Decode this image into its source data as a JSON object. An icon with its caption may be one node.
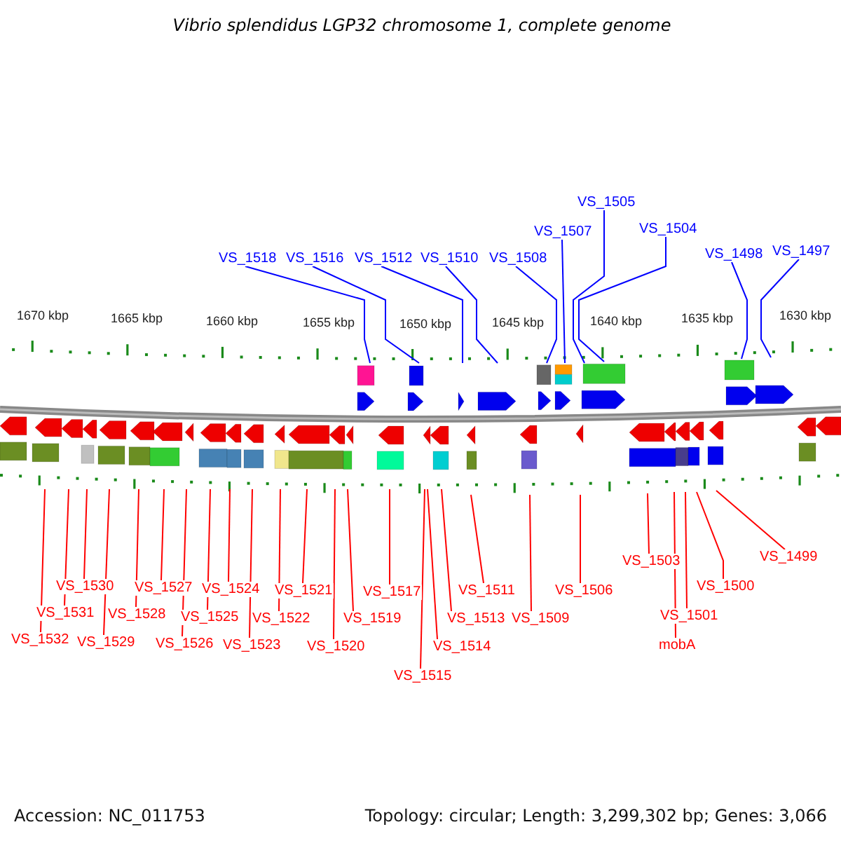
{
  "diagram": {
    "title": "Vibrio splendidus LGP32 chromosome 1, complete genome",
    "nodes": [
      {
        "text": [
          "VS_1518"
        ]
      },
      {
        "text": [
          "VS_1516"
        ]
      },
      {
        "text": [
          "VS_1512"
        ]
      },
      {
        "text": [
          "VS_1510"
        ]
      },
      {
        "text": [
          "VS_1508"
        ]
      },
      {
        "text": [
          "VS_1507"
        ]
      },
      {
        "text": [
          "VS_1505"
        ]
      },
      {
        "text": [
          "VS_1504"
        ]
      },
      {
        "text": [
          "VS_1498"
        ]
      },
      {
        "text": [
          "VS_1497"
        ]
      },
      {
        "text": [
          "VS_1532"
        ]
      },
      {
        "text": [
          "VS_1531"
        ]
      },
      {
        "text": [
          "VS_1530"
        ]
      },
      {
        "text": [
          "VS_1529"
        ]
      },
      {
        "text": [
          "VS_1528"
        ]
      },
      {
        "text": [
          "VS_1527"
        ]
      },
      {
        "text": [
          "VS_1526"
        ]
      },
      {
        "text": [
          "VS_1525"
        ]
      },
      {
        "text": [
          "VS_1524"
        ]
      },
      {
        "text": [
          "VS_1523"
        ]
      },
      {
        "text": [
          "VS_1522"
        ]
      },
      {
        "text": [
          "VS_1521"
        ]
      },
      {
        "text": [
          "VS_1520"
        ]
      },
      {
        "text": [
          "VS_1519"
        ]
      },
      {
        "text": [
          "VS_1517"
        ]
      },
      {
        "text": [
          "VS_1515"
        ]
      },
      {
        "text": [
          "VS_1514"
        ]
      },
      {
        "text": [
          "VS_1513"
        ]
      },
      {
        "text": [
          "VS_1511"
        ]
      },
      {
        "text": [
          "VS_1509"
        ]
      },
      {
        "text": [
          "VS_1506"
        ]
      },
      {
        "text": [
          "VS_1503"
        ]
      },
      {
        "text": [
          "mobA"
        ]
      },
      {
        "text": [
          "VS_1501"
        ]
      },
      {
        "text": [
          "VS_1500"
        ]
      },
      {
        "text": [
          "VS_1499"
        ]
      }
    ],
    "edges": [
      {
        "from": 0,
        "to": null,
        "arrow": "none",
        "color": "#0000ff"
      },
      {
        "from": 1,
        "to": null,
        "arrow": "none",
        "color": "#0000ff"
      },
      {
        "from": 2,
        "to": null,
        "arrow": "none",
        "color": "#0000ff"
      },
      {
        "from": 3,
        "to": null,
        "arrow": "none",
        "color": "#0000ff"
      },
      {
        "from": 4,
        "to": null,
        "arrow": "none",
        "color": "#0000ff"
      },
      {
        "from": 5,
        "to": null,
        "arrow": "none",
        "color": "#0000ff"
      },
      {
        "from": 6,
        "to": null,
        "arrow": "none",
        "color": "#0000ff"
      },
      {
        "from": 7,
        "to": null,
        "arrow": "none",
        "color": "#0000ff"
      },
      {
        "from": 8,
        "to": null,
        "arrow": "none",
        "color": "#0000ff"
      },
      {
        "from": 9,
        "to": null,
        "arrow": "none",
        "color": "#0000ff"
      },
      {
        "from": 10,
        "to": null,
        "arrow": "none"
      },
      {
        "from": 11,
        "to": null,
        "arrow": "none"
      },
      {
        "from": 12,
        "to": null,
        "arrow": "none"
      },
      {
        "from": 13,
        "to": null,
        "arrow": "none"
      },
      {
        "from": 14,
        "to": null,
        "arrow": "none"
      },
      {
        "from": 15,
        "to": null,
        "arrow": "none"
      },
      {
        "from": 16,
        "to": null,
        "arrow": "none"
      },
      {
        "from": 17,
        "to": null,
        "arrow": "none"
      },
      {
        "from": 18,
        "to": null,
        "arrow": "none"
      },
      {
        "from": 19,
        "to": null,
        "arrow": "none"
      },
      {
        "from": 20,
        "to": null,
        "arrow": "none"
      },
      {
        "from": 21,
        "to": null,
        "arrow": "none"
      },
      {
        "from": 22,
        "to": null,
        "arrow": "none"
      },
      {
        "from": 23,
        "to": null,
        "arrow": "none"
      },
      {
        "from": 24,
        "to": null,
        "arrow": "none"
      },
      {
        "from": 25,
        "to": null,
        "arrow": "none"
      },
      {
        "from": 26,
        "to": null,
        "arrow": "none"
      },
      {
        "from": 27,
        "to": null,
        "arrow": "none"
      },
      {
        "from": 28,
        "to": null,
        "arrow": "none"
      },
      {
        "from": 29,
        "to": null,
        "arrow": "none"
      },
      {
        "from": 30,
        "to": null,
        "arrow": "none"
      },
      {
        "from": 31,
        "to": null,
        "arrow": "none"
      },
      {
        "from": 32,
        "to": null,
        "arrow": "none"
      },
      {
        "from": 33,
        "to": null,
        "arrow": "none"
      },
      {
        "from": 34,
        "to": null,
        "arrow": "none"
      },
      {
        "from": 35,
        "to": null,
        "arrow": "none"
      }
    ],
    "labels": [
      "1670 kbp",
      "1665 kbp",
      "1660 kbp",
      "1655 kbp",
      "1650 kbp",
      "1645 kbp",
      "1640 kbp",
      "1635 kbp",
      "1630 kbp",
      "Accession: NC_011753",
      "Topology: circular; Length: 3,299,302 bp; Genes: 3,066"
    ]
  }
}
